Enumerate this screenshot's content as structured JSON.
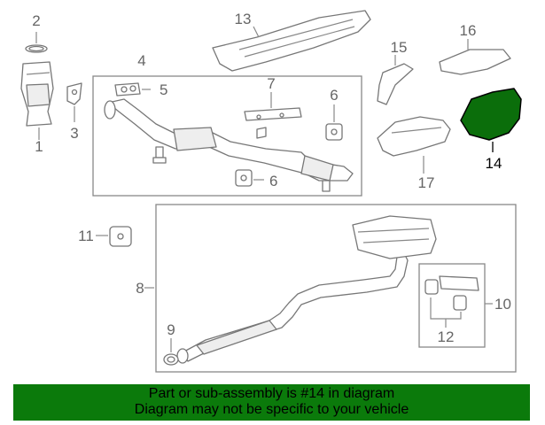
{
  "diagram": {
    "callouts": [
      "1",
      "2",
      "3",
      "4",
      "5",
      "6",
      "6",
      "7",
      "8",
      "9",
      "10",
      "11",
      "12",
      "13",
      "14",
      "15",
      "16",
      "17"
    ],
    "highlighted_callout": "14",
    "highlight_color": "#0b6e0b",
    "banner_color": "#0b7a0b"
  },
  "banner": {
    "line1": "Part or sub-assembly is #14 in diagram",
    "line2": "Diagram may not be specific to your vehicle"
  }
}
